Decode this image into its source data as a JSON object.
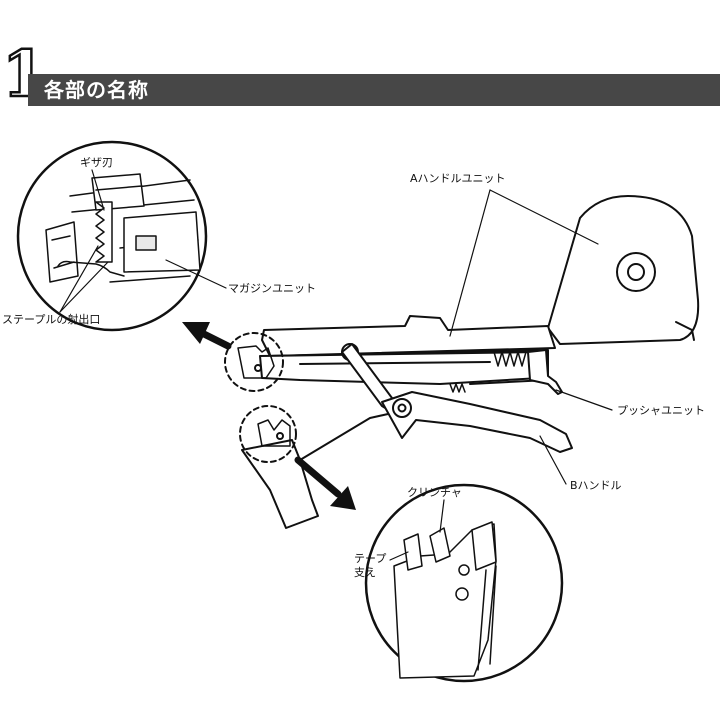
{
  "header": {
    "number": "1",
    "title": "各部の名称"
  },
  "labels": {
    "giza_blade": "ギザ刃",
    "magazine_unit": "マガジンユニット",
    "staple_outlet": "ステープルの射出口",
    "handle_a_unit": "Aハンドルユニット",
    "pusher_unit": "プッシャユニット",
    "handle_b": "Bハンドル",
    "clincher": "クリンチャ",
    "tape_support": "テープ支え"
  },
  "colors": {
    "title_bar": "#474747",
    "line": "#111111",
    "shade": "#e8e8e8"
  }
}
